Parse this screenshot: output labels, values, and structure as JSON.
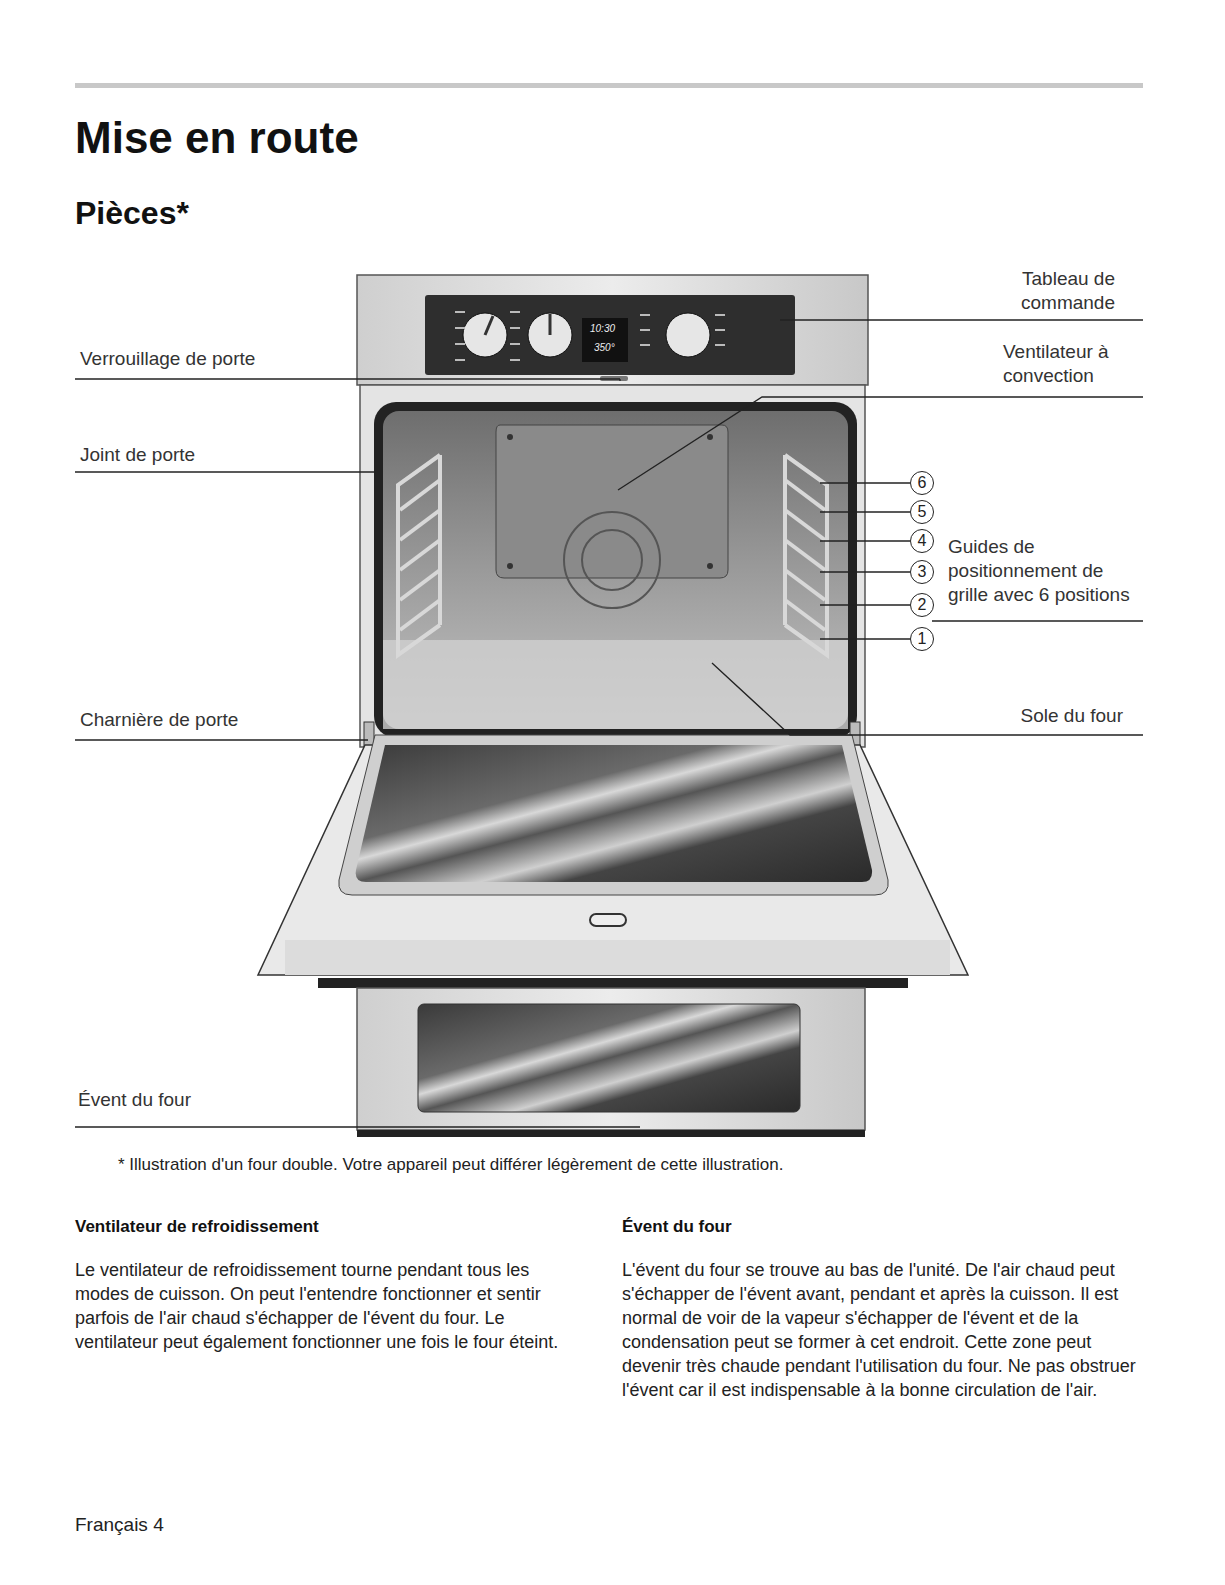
{
  "diagram": {
    "title": "Mise en route",
    "caption": "* Illustration d'un four double. Votre appareil peut différer légèrement de cette illustration.",
    "nodes": [
      {
        "text": [
          "6"
        ]
      },
      {
        "text": [
          "5"
        ]
      },
      {
        "text": [
          "4"
        ]
      },
      {
        "text": [
          "3"
        ]
      },
      {
        "text": [
          "2"
        ]
      },
      {
        "text": [
          "1"
        ]
      }
    ],
    "labels": [
      "Pièces*",
      "Tableau de commande",
      "Verrouillage de porte",
      "Ventilateur à convection",
      "Joint de porte",
      "10:30",
      "350°",
      "Guides de positionnement de grille avec 6 positions",
      "Charnière de porte",
      "Sole du four",
      "Évent du four",
      "Ventilateur de refroidissement",
      "Le ventilateur de refroidissement tourne pendant tous les modes de cuisson. On peut l'entendre fonctionner et sentir parfois de l'air chaud s'échapper de l'évent du four. Le ventilateur peut également fonctionner une fois le four éteint.",
      "Évent du four",
      "L'évent du four se trouve au bas de l'unité. De l'air chaud peut s'échapper de l'évent avant, pendant et après la cuisson. Il est normal de voir de la vapeur s'échapper de l'évent et de la condensation peut se former à cet endroit. Cette zone peut devenir très chaude pendant l'utilisation du four. Ne pas obstruer l'évent car il est indispensable à la bonne circulation de l'air.",
      "Français 4"
    ]
  }
}
